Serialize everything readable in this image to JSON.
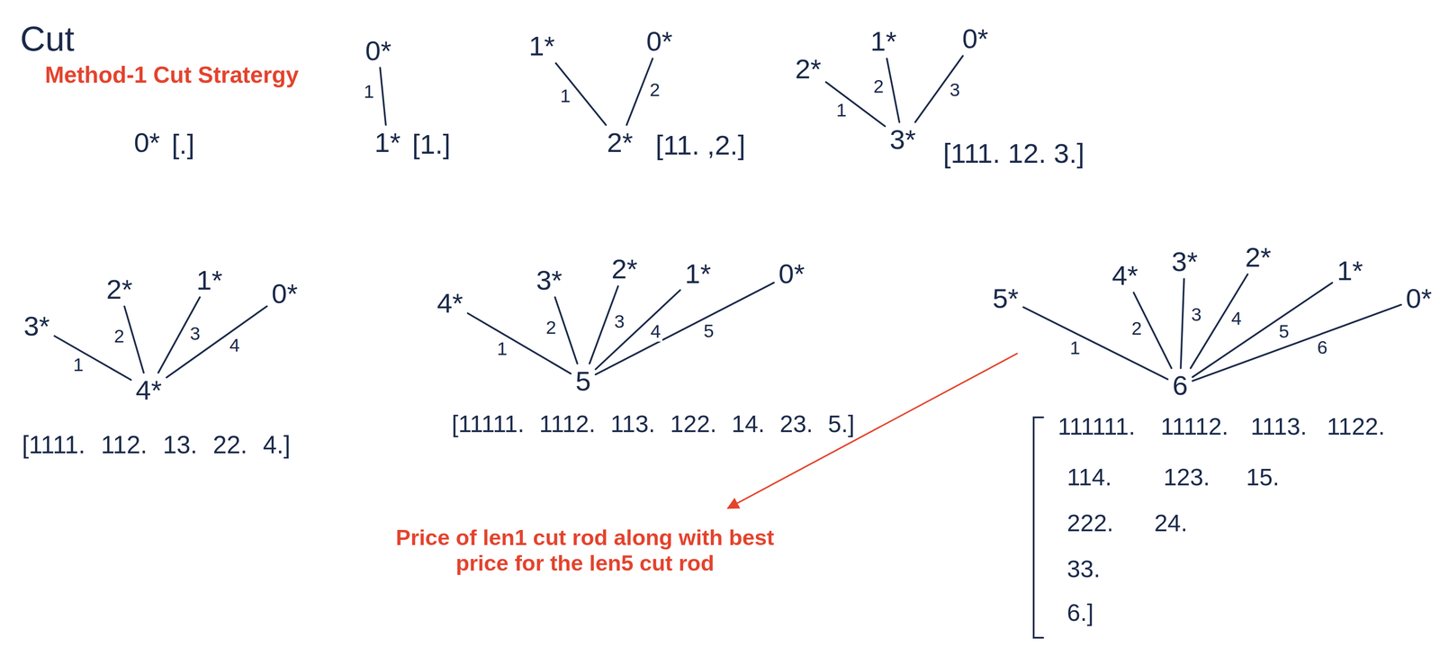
{
  "diagram": {
    "nodes": [
      {
        "text": [
          "0*"
        ]
      },
      {
        "text": [
          "0*"
        ]
      },
      {
        "text": [
          "1*"
        ]
      },
      {
        "text": [
          "1*"
        ]
      },
      {
        "text": [
          "0*"
        ]
      },
      {
        "text": [
          "2*"
        ]
      },
      {
        "text": [
          "2*"
        ]
      },
      {
        "text": [
          "1*"
        ]
      },
      {
        "text": [
          "0*"
        ]
      },
      {
        "text": [
          "3*"
        ]
      },
      {
        "text": [
          "3*"
        ]
      },
      {
        "text": [
          "2*"
        ]
      },
      {
        "text": [
          "1*"
        ]
      },
      {
        "text": [
          "0*"
        ]
      },
      {
        "text": [
          "4*"
        ]
      },
      {
        "text": [
          "4*"
        ]
      },
      {
        "text": [
          "3*"
        ]
      },
      {
        "text": [
          "2*"
        ]
      },
      {
        "text": [
          "1*"
        ]
      },
      {
        "text": [
          "0*"
        ]
      },
      {
        "text": [
          "5"
        ]
      },
      {
        "text": [
          "5*"
        ]
      },
      {
        "text": [
          "4*"
        ]
      },
      {
        "text": [
          "3*"
        ]
      },
      {
        "text": [
          "2*"
        ]
      },
      {
        "text": [
          "1*"
        ]
      },
      {
        "text": [
          "0*"
        ]
      },
      {
        "text": [
          "6"
        ]
      }
    ],
    "edges": [
      {
        "from": 2,
        "to": 1,
        "arrow": "none",
        "label": "1"
      },
      {
        "from": 5,
        "to": 3,
        "arrow": "none",
        "label": "1"
      },
      {
        "from": 5,
        "to": 4,
        "arrow": "none",
        "label": "2"
      },
      {
        "from": 9,
        "to": 6,
        "arrow": "none",
        "label": "1"
      },
      {
        "from": 9,
        "to": 7,
        "arrow": "none",
        "label": "2"
      },
      {
        "from": 9,
        "to": 8,
        "arrow": "none",
        "label": "3"
      },
      {
        "from": 14,
        "to": 10,
        "arrow": "none",
        "label": "1"
      },
      {
        "from": 14,
        "to": 11,
        "arrow": "none",
        "label": "2"
      },
      {
        "from": 14,
        "to": 12,
        "arrow": "none",
        "label": "3"
      },
      {
        "from": 14,
        "to": 13,
        "arrow": "none",
        "label": "4"
      },
      {
        "from": 20,
        "to": 15,
        "arrow": "none",
        "label": "1"
      },
      {
        "from": 20,
        "to": 16,
        "arrow": "none",
        "label": "2"
      },
      {
        "from": 20,
        "to": 17,
        "arrow": "none",
        "label": "3"
      },
      {
        "from": 20,
        "to": 18,
        "arrow": "none",
        "label": "4"
      },
      {
        "from": 20,
        "to": 19,
        "arrow": "none",
        "label": "5"
      },
      {
        "from": 27,
        "to": 21,
        "arrow": "none",
        "label": "1"
      },
      {
        "from": 27,
        "to": 22,
        "arrow": "none",
        "label": "2"
      },
      {
        "from": 27,
        "to": 23,
        "arrow": "none",
        "label": "3"
      },
      {
        "from": 27,
        "to": 24,
        "arrow": "none",
        "label": "4"
      },
      {
        "from": 27,
        "to": 25,
        "arrow": "none",
        "label": "5"
      },
      {
        "from": 27,
        "to": 26,
        "arrow": "none",
        "label": "6"
      }
    ],
    "labels": [
      "Cut",
      "Method-1 Cut Stratergy",
      "[.]",
      "[1.]",
      "[11. ,2.]",
      "[111. 12. 3.]",
      "[1111. 112. 13. 22. 4.]",
      "[11111. 1112. 113. 122. 14. 23. 5.]",
      "111111.",
      "11112.",
      "1113.",
      "1122.",
      "114.",
      "123.",
      "15.",
      "222.",
      "24.",
      "33.",
      "6.]",
      "Price of len1 cut rod along with best price for the len5 cut rod"
    ]
  }
}
